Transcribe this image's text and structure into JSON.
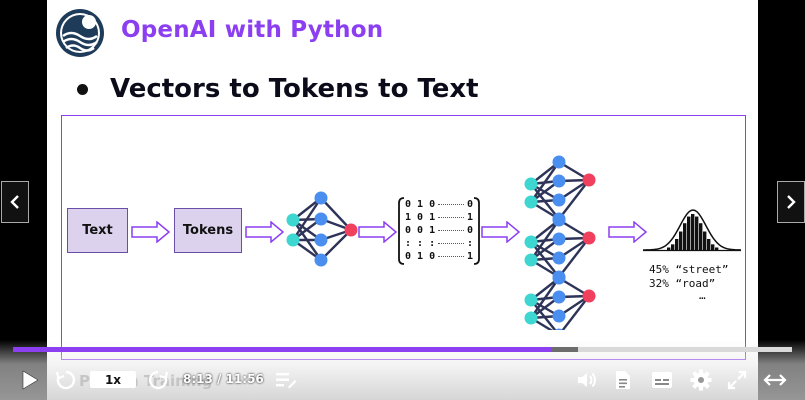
{
  "slide": {
    "title": "OpenAI with Python",
    "bullet": "Vectors to Tokens to Text",
    "flow": {
      "box_text": "Text",
      "box_tokens": "Tokens",
      "matrix_rows": [
        {
          "left": "0 1 0",
          "right": "0"
        },
        {
          "left": "1 0 1",
          "right": "1"
        },
        {
          "left": "0 0 1",
          "right": "0"
        },
        {
          "left": ": : :",
          "right": ":"
        },
        {
          "left": "0 1 0",
          "right": "1"
        }
      ],
      "probabilities": [
        "45% “street”",
        "32% “road”",
        "…"
      ]
    },
    "watermark": "Pierian Training"
  },
  "player": {
    "speed": "1x",
    "time": "8:13 / 11:56",
    "progress": 0.692,
    "buffered": 0.725
  },
  "colors": {
    "accent": "#8b3ff0",
    "node_cyan": "#3dd6d0",
    "node_blue": "#4a8ef0",
    "node_red": "#f0405e",
    "edge": "#2e3358"
  },
  "icons": [
    "chevron-left-icon",
    "chevron-right-icon",
    "play-icon",
    "rewind-icon",
    "forward-icon",
    "notes-icon",
    "volume-icon",
    "transcript-icon",
    "captions-icon",
    "settings-icon",
    "fullscreen-icon",
    "expand-icon"
  ]
}
